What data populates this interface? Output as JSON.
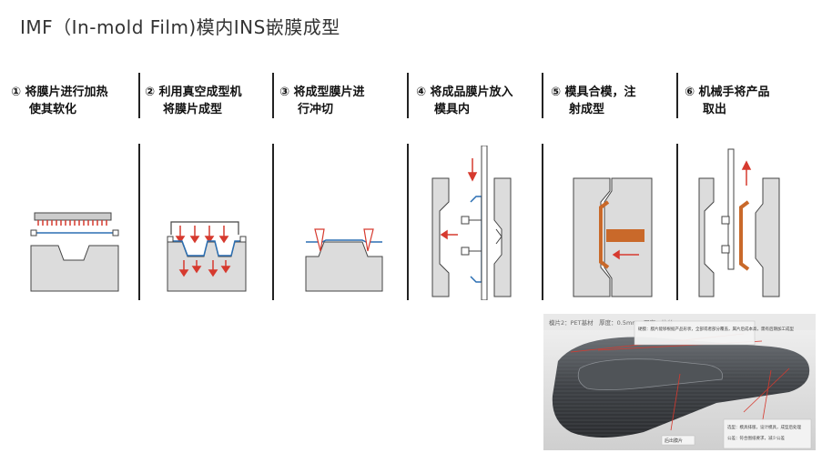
{
  "title": "IMF（In-mold Film)模内INS嵌膜成型",
  "steps": [
    {
      "label_l1": "① 将膜片进行加热",
      "label_l2": "使其软化"
    },
    {
      "label_l1": "② 利用真空成型机",
      "label_l2": "将膜片成型"
    },
    {
      "label_l1": "③ 将成型膜片进",
      "label_l2": "行冲切"
    },
    {
      "label_l1": "④ 将成品膜片放入",
      "label_l2": "模具内"
    },
    {
      "label_l1": "⑤ 模具合模，注",
      "label_l2": "射成型"
    },
    {
      "label_l1": "⑥ 机械手将产品",
      "label_l2": "取出"
    }
  ],
  "photo": {
    "header": "模片2：PET基材　厚度：0.5mm　图案：拉丝",
    "note1": "硬膜：膜片能够根据产品形状，全部或者部分覆盖，属片后成本高，需有后期加工成型",
    "note2": "选型：模具排版，设计模具，成型后处理",
    "note3": "公差：符合图纸要求，减少公差",
    "tag": "后出膜片"
  },
  "colors": {
    "arrow": "#d63a2f",
    "resin": "#c9692a",
    "mold": "#dcdcdc"
  }
}
